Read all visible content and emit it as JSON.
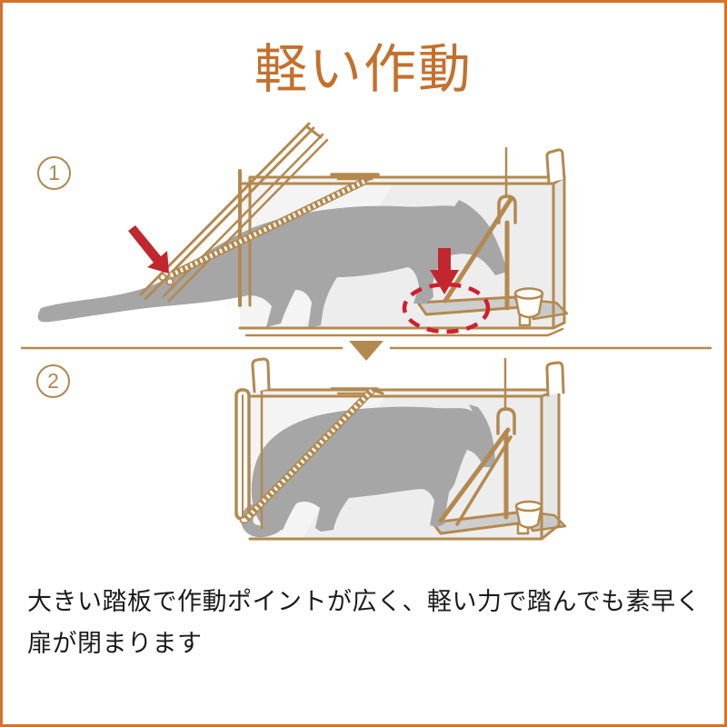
{
  "page": {
    "title": "軽い作動"
  },
  "steps": [
    {
      "number": "1"
    },
    {
      "number": "2"
    }
  ],
  "description": {
    "line1": "大きい踏板で作動ポイントが広く、軽い力で踏んでも素早く",
    "line2": "扉が閉まります"
  },
  "colors": {
    "accent_orange_title": "#C4702C",
    "border_orange": "#D2722E",
    "frame_tan": "#B3894F",
    "animal_gray": "#A6A6A6",
    "cage_fill_gray": "#EDEDED",
    "pedal_gray": "#CDCDCD",
    "alert_red": "#C1272D",
    "text_black": "#1A1A1A"
  },
  "icons": {
    "step1_marker": "circled-1",
    "step2_marker": "circled-2",
    "divider_arrow": "▼",
    "door_pressure_arrow": "red-diagonal-arrow",
    "pedal_pressure_arrow": "red-down-arrow",
    "pedal_highlight": "red-dashed-ellipse"
  }
}
